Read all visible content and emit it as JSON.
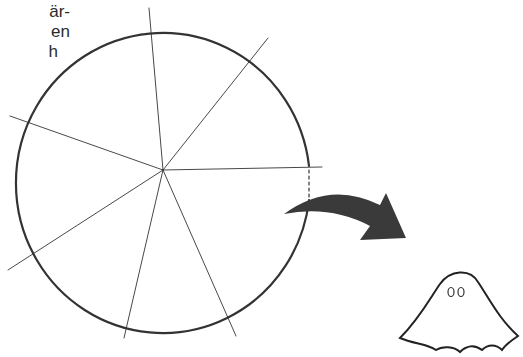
{
  "diagram": {
    "labels": [
      "är-",
      "en",
      "h"
    ]
  }
}
